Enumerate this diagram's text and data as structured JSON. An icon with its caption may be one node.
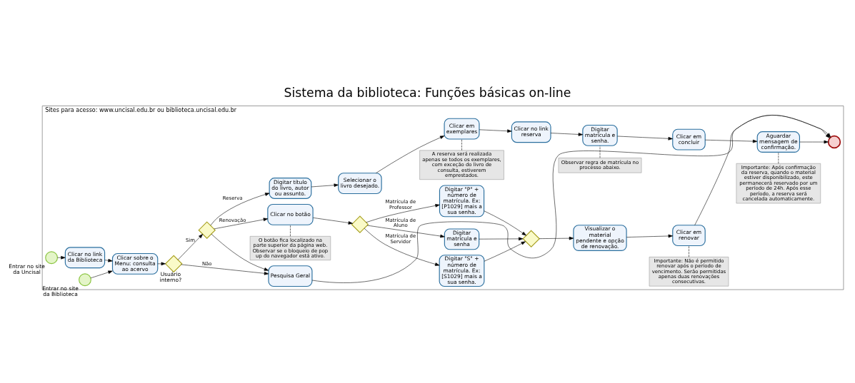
{
  "diagram": {
    "title": "Sistema da biblioteca: Funções básicas on-line",
    "nodes": [
      {
        "text": [
          "Sites para acesso: www.uncisal.edu.br ou biblioteca.uncisal.edu.br"
        ]
      },
      {
        "text": [],
        "shape": "circle",
        "in": 0,
        "beside": [
          "Entrar no site da Uncisal"
        ]
      },
      {
        "text": [],
        "shape": "circle",
        "in": 0,
        "beside": [
          "Entrar no site da Biblioteca"
        ]
      },
      {
        "text": [
          "Clicar no link da Biblioteca"
        ],
        "in": 0
      },
      {
        "text": [
          "Clicar sobre o Menu: consulta ao acervo"
        ],
        "in": 0
      },
      {
        "text": [],
        "shape": "diamond",
        "in": 0,
        "beside": [
          "Usuário interno?"
        ]
      },
      {
        "text": [
          "Pesquisa Geral"
        ],
        "in": 0
      },
      {
        "text": [],
        "shape": "diamond",
        "in": 0
      },
      {
        "text": [
          "Digitar título do livro, autor ou assunto."
        ],
        "in": 0
      },
      {
        "text": [
          "Selecionar o livro desejado."
        ],
        "in": 0
      },
      {
        "text": [
          "A reserva será realizada apenas se todos os exemplares, com exceção do livro de consulta, estiverem emprestados."
        ],
        "in": 0
      },
      {
        "text": [
          "Clicar em exemplares"
        ],
        "in": 0
      },
      {
        "text": [
          "Clicar no link reserva"
        ],
        "in": 0
      },
      {
        "text": [
          "Observar regra de matrícula no processo abaixo."
        ],
        "in": 0
      },
      {
        "text": [
          "Digitar matrícula e senha."
        ],
        "in": 0
      },
      {
        "text": [
          "Clicar em concluir"
        ],
        "in": 0
      },
      {
        "text": [
          "Importante: Após confirmação da reserva, quando o material estiver disponibilizado, este permanecerá reservado por um período de 24h. Após esse período, a reserva será cancelada automaticamente."
        ],
        "in": 0
      },
      {
        "text": [
          "Aguardar mensagem de confirmação."
        ],
        "in": 0
      },
      {
        "text": [],
        "shape": "circle",
        "in": 0
      },
      {
        "text": [
          "Clicar no botão"
        ],
        "in": 0
      },
      {
        "text": [
          "O botão fica localizado na parte superior da página web. Observar se o bloqueio de pop up do navegador está ativo."
        ],
        "in": 0
      },
      {
        "text": [],
        "shape": "diamond",
        "in": 0
      },
      {
        "text": [
          "Digitar matrícula e senha"
        ],
        "in": 0
      },
      {
        "text": [
          "Digitar \"P\" + número de matrícula. Ex: [P1029] mais a sua senha."
        ],
        "in": 0
      },
      {
        "text": [
          "Digitar \"S\" + número de matrícula. Ex: [S1029] mais a sua senha."
        ],
        "in": 0
      },
      {
        "text": [],
        "shape": "diamond",
        "in": 0
      },
      {
        "text": [
          "Visualizar o material pendente e opção de renovação."
        ],
        "in": 0
      },
      {
        "text": [
          "Clicar em renovar"
        ],
        "in": 0
      },
      {
        "text": [
          "Importante: Não é permitido renovar após o período de vencimento. Serão permitidas apenas duas renovações consecutivas."
        ],
        "in": 0
      }
    ],
    "edges": [
      {
        "from": 1,
        "to": 3,
        "arrow": "to"
      },
      {
        "from": 3,
        "to": 4,
        "arrow": "to"
      },
      {
        "from": 2,
        "to": 4,
        "arrow": "to"
      },
      {
        "from": 4,
        "to": 5,
        "arrow": "to"
      },
      {
        "from": 5,
        "to": 6,
        "arrow": "to",
        "label": "Não"
      },
      {
        "from": 5,
        "to": 7,
        "arrow": "to",
        "label": "Sim"
      },
      {
        "from": 7,
        "to": 6,
        "arrow": "to"
      },
      {
        "from": 7,
        "to": 8,
        "arrow": "to",
        "label": "Reserva"
      },
      {
        "from": 8,
        "to": 9,
        "arrow": "to"
      },
      {
        "from": 9,
        "to": 11,
        "arrow": "to"
      },
      {
        "from": 11,
        "to": 12,
        "arrow": "to"
      },
      {
        "from": 12,
        "to": 14,
        "arrow": "to"
      },
      {
        "from": 14,
        "to": 15,
        "arrow": "to"
      },
      {
        "from": 15,
        "to": 17,
        "arrow": "to"
      },
      {
        "from": 17,
        "to": 18,
        "arrow": "to"
      },
      {
        "from": 6,
        "to": 18,
        "arrow": "to"
      },
      {
        "from": 7,
        "to": 19,
        "arrow": "to",
        "label": "Renovação"
      },
      {
        "from": 19,
        "to": 21,
        "arrow": "to"
      },
      {
        "from": 21,
        "to": 22,
        "arrow": "to",
        "label": "Matrícula de Aluno"
      },
      {
        "from": 21,
        "to": 23,
        "arrow": "to",
        "label": "Matrícula de Professor"
      },
      {
        "from": 21,
        "to": 24,
        "arrow": "to",
        "label": "Matrícula de Servidor"
      },
      {
        "from": 22,
        "to": 25,
        "arrow": "to"
      },
      {
        "from": 23,
        "to": 25,
        "arrow": "to"
      },
      {
        "from": 24,
        "to": 25,
        "arrow": "to"
      },
      {
        "from": 25,
        "to": 26,
        "arrow": "to"
      },
      {
        "from": 26,
        "to": 27,
        "arrow": "to"
      },
      {
        "from": 27,
        "to": 18,
        "arrow": "to"
      },
      {
        "from": 10,
        "to": 11,
        "arrow": "none",
        "style": "dashed"
      },
      {
        "from": 13,
        "to": 14,
        "arrow": "none",
        "style": "dashed"
      },
      {
        "from": 16,
        "to": 17,
        "arrow": "none",
        "style": "dashed"
      },
      {
        "from": 20,
        "to": 19,
        "arrow": "none",
        "style": "dashed"
      },
      {
        "from": 28,
        "to": 27,
        "arrow": "none",
        "style": "dashed"
      }
    ]
  }
}
